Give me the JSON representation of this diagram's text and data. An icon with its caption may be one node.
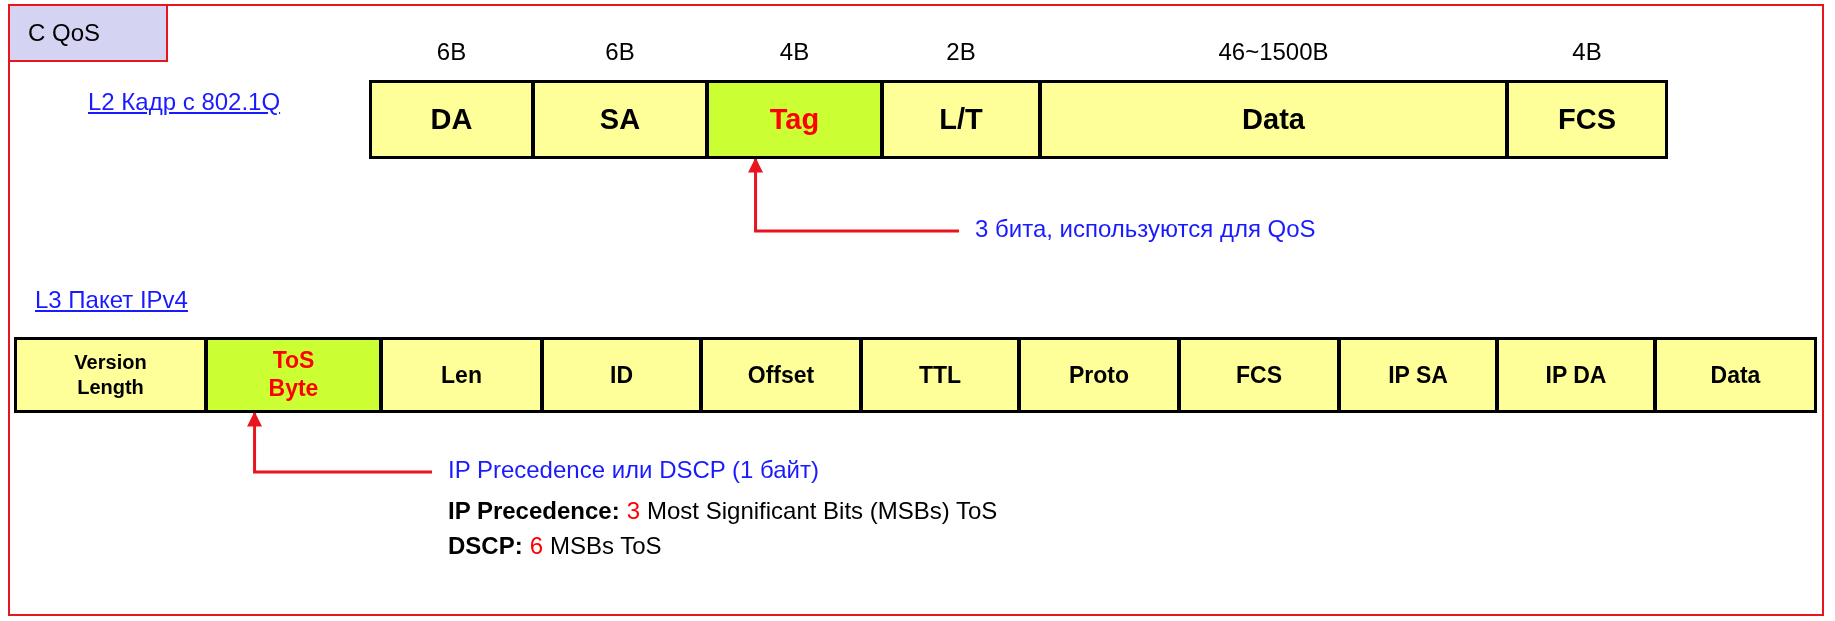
{
  "diagram": {
    "nodes": [
      {
        "text": [
          "C QoS"
        ]
      },
      {
        "text": [
          "DA"
        ],
        "beside": [
          "6B"
        ]
      },
      {
        "text": [
          "SA"
        ],
        "beside": [
          "6B"
        ]
      },
      {
        "text": [
          "Tag"
        ],
        "beside": [
          "4B"
        ]
      },
      {
        "text": [
          "L/T"
        ],
        "beside": [
          "2B"
        ]
      },
      {
        "text": [
          "Data"
        ],
        "beside": [
          "46~1500B"
        ]
      },
      {
        "text": [
          "FCS"
        ],
        "beside": [
          "4B"
        ]
      },
      {
        "text": [
          "3 бита, используются для QoS"
        ]
      },
      {
        "text": [
          "Version Length"
        ]
      },
      {
        "text": [
          "ToS Byte"
        ]
      },
      {
        "text": [
          "Len"
        ]
      },
      {
        "text": [
          "ID"
        ]
      },
      {
        "text": [
          "Offset"
        ]
      },
      {
        "text": [
          "TTL"
        ]
      },
      {
        "text": [
          "Proto"
        ]
      },
      {
        "text": [
          "FCS"
        ]
      },
      {
        "text": [
          "IP SA"
        ]
      },
      {
        "text": [
          "IP DA"
        ]
      },
      {
        "text": [
          "Data"
        ]
      },
      {
        "text": [
          "IP Precedence или DSCP (1 байт)"
        ]
      }
    ],
    "edges": [
      {
        "from": 7,
        "to": 3,
        "arrow": "to"
      },
      {
        "from": 19,
        "to": 9,
        "arrow": "to"
      }
    ],
    "labels": [
      "L2 Кадр с 802.1Q",
      "L3 Пакет IPv4",
      "IP Precedence:",
      "3",
      "Most Significant Bits (MSBs) ToS",
      "DSCP:",
      "6",
      "MSBs ToS"
    ]
  }
}
